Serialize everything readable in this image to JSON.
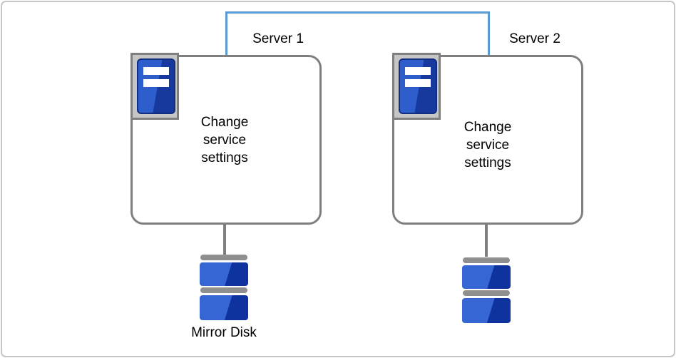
{
  "diagram": {
    "servers": [
      {
        "name": "Server 1",
        "box_text": "Change\nservice\nsettings"
      },
      {
        "name": "Server 2",
        "box_text": "Change\nservice\nsettings"
      }
    ],
    "labels": {
      "mirror_disk": "Mirror Disk"
    },
    "colors": {
      "connector_blue": "#5b9bd5",
      "frame_border": "#c6c6c6",
      "box_border": "#7f7f7f",
      "icon_bg": "#c6c6c6",
      "tower_border": "#122e82",
      "tower_light": "#2e5ecc",
      "tower_dark": "#17389c",
      "disk_light": "#3566d4",
      "disk_dark": "#0f339e",
      "disk_bar": "#8f8f8f"
    }
  }
}
